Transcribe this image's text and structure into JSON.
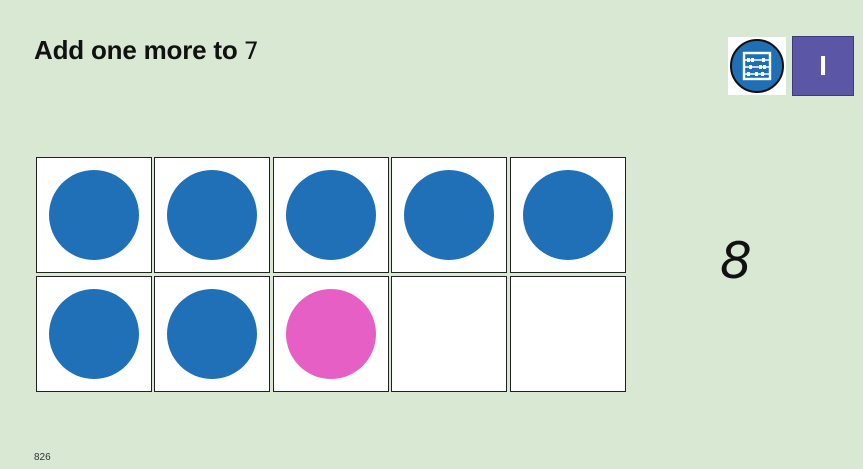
{
  "header": {
    "prompt": "Add one more to",
    "number": "7"
  },
  "toolbar": {
    "abacus_icon": "abacus-icon",
    "info_label": "I"
  },
  "ten_frame": {
    "cells": [
      {
        "filled": true,
        "color": "#1f70b6"
      },
      {
        "filled": true,
        "color": "#1f70b6"
      },
      {
        "filled": true,
        "color": "#1f70b6"
      },
      {
        "filled": true,
        "color": "#1f70b6"
      },
      {
        "filled": true,
        "color": "#1f70b6"
      },
      {
        "filled": true,
        "color": "#1f70b6"
      },
      {
        "filled": true,
        "color": "#1f70b6"
      },
      {
        "filled": true,
        "color": "#e65fc4"
      },
      {
        "filled": false,
        "color": ""
      },
      {
        "filled": false,
        "color": ""
      }
    ]
  },
  "answer": "8",
  "footer": {
    "code": "826"
  },
  "colors": {
    "background": "#d9e8d3",
    "counter_blue": "#1f70b6",
    "counter_pink": "#e65fc4",
    "info_button": "#5b56a6"
  }
}
